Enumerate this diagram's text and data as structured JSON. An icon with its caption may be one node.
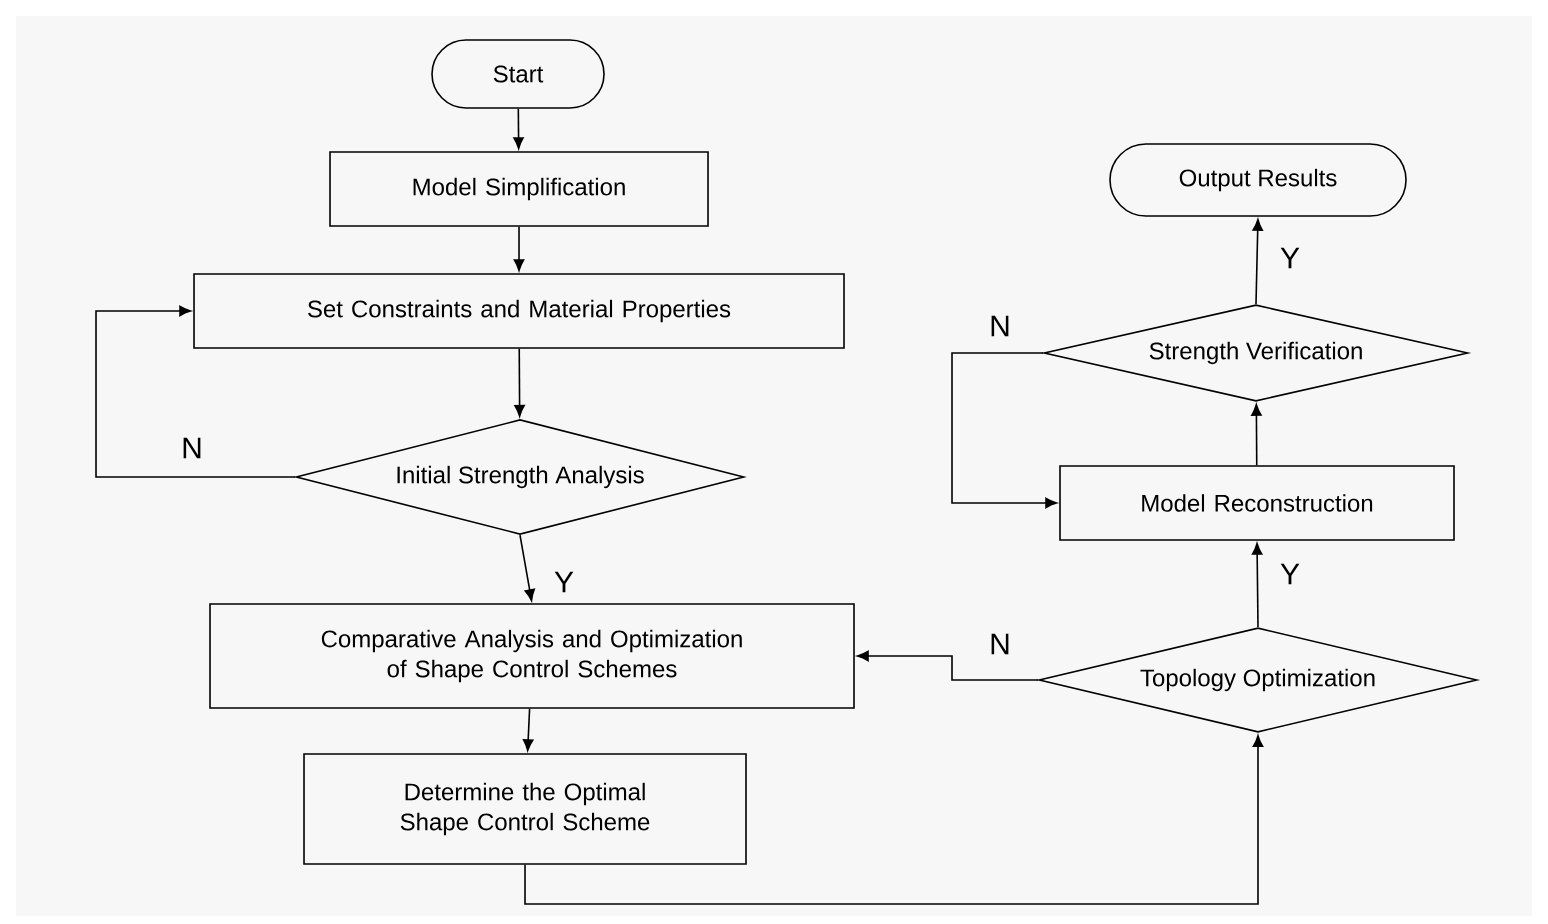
{
  "diagram": {
    "nodes": [
      {
        "text": [
          "Start"
        ]
      },
      {
        "text": [
          "Model Simplification"
        ]
      },
      {
        "text": [
          "Set Constraints and Material Properties"
        ]
      },
      {
        "text": [
          "Initial Strength Analysis"
        ]
      },
      {
        "text": [
          "Comparative Analysis and Optimization of Shape Control Schemes"
        ]
      },
      {
        "text": [
          "Determine the Optimal Shape Control Scheme"
        ]
      },
      {
        "text": [
          "Topology Optimization"
        ]
      },
      {
        "text": [
          "Model Reconstruction"
        ]
      },
      {
        "text": [
          "Strength Verification"
        ]
      },
      {
        "text": [
          "Output Results"
        ]
      }
    ],
    "edges": [
      {
        "from": 0,
        "to": 1,
        "arrow": "to"
      },
      {
        "from": 1,
        "to": 2,
        "arrow": "to"
      },
      {
        "from": 2,
        "to": 3,
        "arrow": "to"
      },
      {
        "from": 3,
        "to": 2,
        "arrow": "to",
        "label": "N"
      },
      {
        "from": 3,
        "to": 4,
        "arrow": "to",
        "label": "Y"
      },
      {
        "from": 4,
        "to": 5,
        "arrow": "to"
      },
      {
        "from": 5,
        "to": 6,
        "arrow": "to"
      },
      {
        "from": 6,
        "to": 4,
        "arrow": "to",
        "label": "N"
      },
      {
        "from": 6,
        "to": 7,
        "arrow": "to",
        "label": "Y"
      },
      {
        "from": 7,
        "to": 8,
        "arrow": "to"
      },
      {
        "from": 8,
        "to": 7,
        "arrow": "to",
        "label": "N"
      },
      {
        "from": 8,
        "to": 9,
        "arrow": "to",
        "label": "Y"
      }
    ]
  }
}
